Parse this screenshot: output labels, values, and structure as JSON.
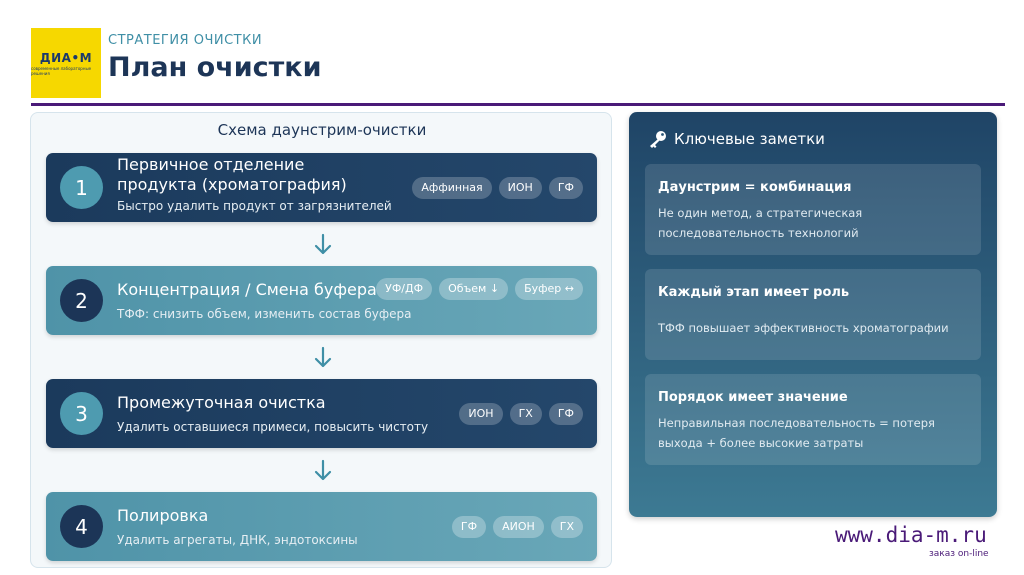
{
  "header": {
    "logo_text": "ДИА•М",
    "logo_sub": "современные лабораторные решения",
    "kicker": "СТРАТЕГИЯ ОЧИСТКИ",
    "title": "План очистки"
  },
  "scheme": {
    "title": "Схема даунстрим-очистки",
    "steps": [
      {
        "number": "1",
        "title": "Первичное отделение продукта (хроматография)",
        "desc": "Быстро удалить продукт от загрязнителей",
        "tags": [
          "Аффинная",
          "ИОН",
          "ГФ"
        ]
      },
      {
        "number": "2",
        "title": "Концентрация / Смена буфера",
        "desc": "ТФФ: снизить объем, изменить состав буфера",
        "tags": [
          "УФ/ДФ",
          "Объем ↓",
          "Буфер ↔"
        ]
      },
      {
        "number": "3",
        "title": "Промежуточная очистка",
        "desc": "Удалить оставшиеся примеси, повысить чистоту",
        "tags": [
          "ИОН",
          "ГХ",
          "ГФ"
        ]
      },
      {
        "number": "4",
        "title": "Полировка",
        "desc": "Удалить агрегаты, ДНК, эндотоксины",
        "tags": [
          "ГФ",
          "АИОН",
          "ГХ"
        ]
      }
    ]
  },
  "notes": {
    "title": "Ключевые заметки",
    "icon": "key-icon",
    "items": [
      {
        "title": "Даунстрим = комбинация",
        "text": "Не один метод, а стратегическая последовательность технологий"
      },
      {
        "title": "Каждый этап имеет роль",
        "text": "ТФФ повышает эффективность хроматографии"
      },
      {
        "title": "Порядок имеет значение",
        "text": "Неправильная последовательность = потеря выхода + более высокие затраты"
      }
    ]
  },
  "footer": {
    "brand": "www.dia-m.ru",
    "sub": "заказ on-line"
  },
  "colors": {
    "accent": "#4a1a78",
    "dark_step": "#1b3a5c",
    "light_step": "#4f93a8",
    "logo_bg": "#f6d800"
  }
}
